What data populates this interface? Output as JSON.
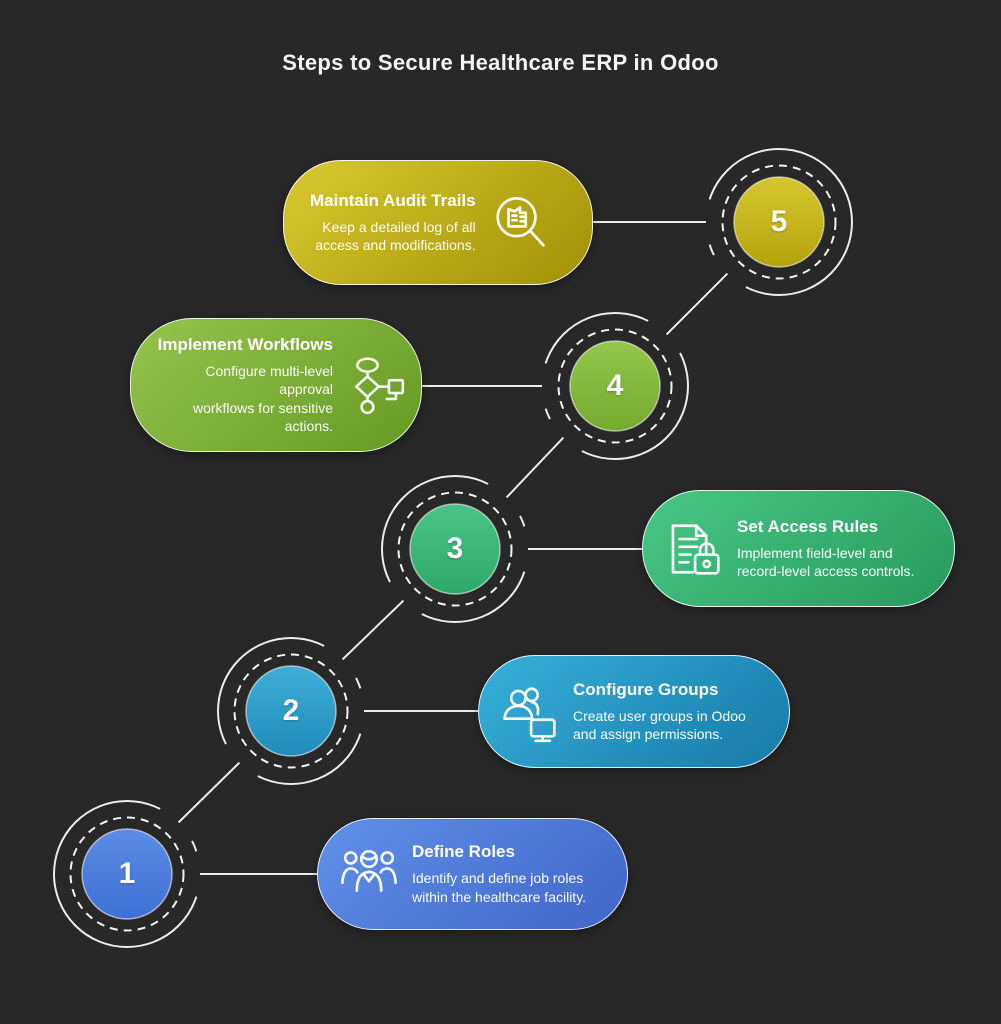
{
  "title": "Steps to Secure Healthcare ERP in Odoo",
  "steps": [
    {
      "number": "1",
      "title": "Define Roles",
      "description": "Identify and define job roles\nwithin the healthcare facility.",
      "icon": "team-icon",
      "colors": {
        "card_start": "#6090e8",
        "card_end": "#4066c9",
        "circle": "#4a7cdd"
      }
    },
    {
      "number": "2",
      "title": "Configure Groups",
      "description": "Create user groups in Odoo\nand assign permissions.",
      "icon": "user-group-monitor-icon",
      "colors": {
        "card_start": "#36b0da",
        "card_end": "#177aa8",
        "circle": "#2b9fca"
      }
    },
    {
      "number": "3",
      "title": "Set Access Rules",
      "description": "Implement field-level and\nrecord-level access controls.",
      "icon": "document-lock-icon",
      "colors": {
        "card_start": "#48c785",
        "card_end": "#279a5e",
        "circle": "#3bbd7b"
      }
    },
    {
      "number": "4",
      "title": "Implement Workflows",
      "description": "Configure multi-level approval\nworkflows for sensitive\nactions.",
      "icon": "flowchart-icon",
      "colors": {
        "card_start": "#96c44d",
        "card_end": "#649a23",
        "circle": "#83b93a"
      }
    },
    {
      "number": "5",
      "title": "Maintain Audit Trails",
      "description": "Keep a detailed log of all\naccess and modifications.",
      "icon": "audit-search-icon",
      "colors": {
        "card_start": "#d9c930",
        "card_end": "#a09005",
        "circle": "#c5b317"
      }
    }
  ],
  "colors": {
    "background": "#282828",
    "line": "#ececec",
    "text": "#ffffff"
  }
}
